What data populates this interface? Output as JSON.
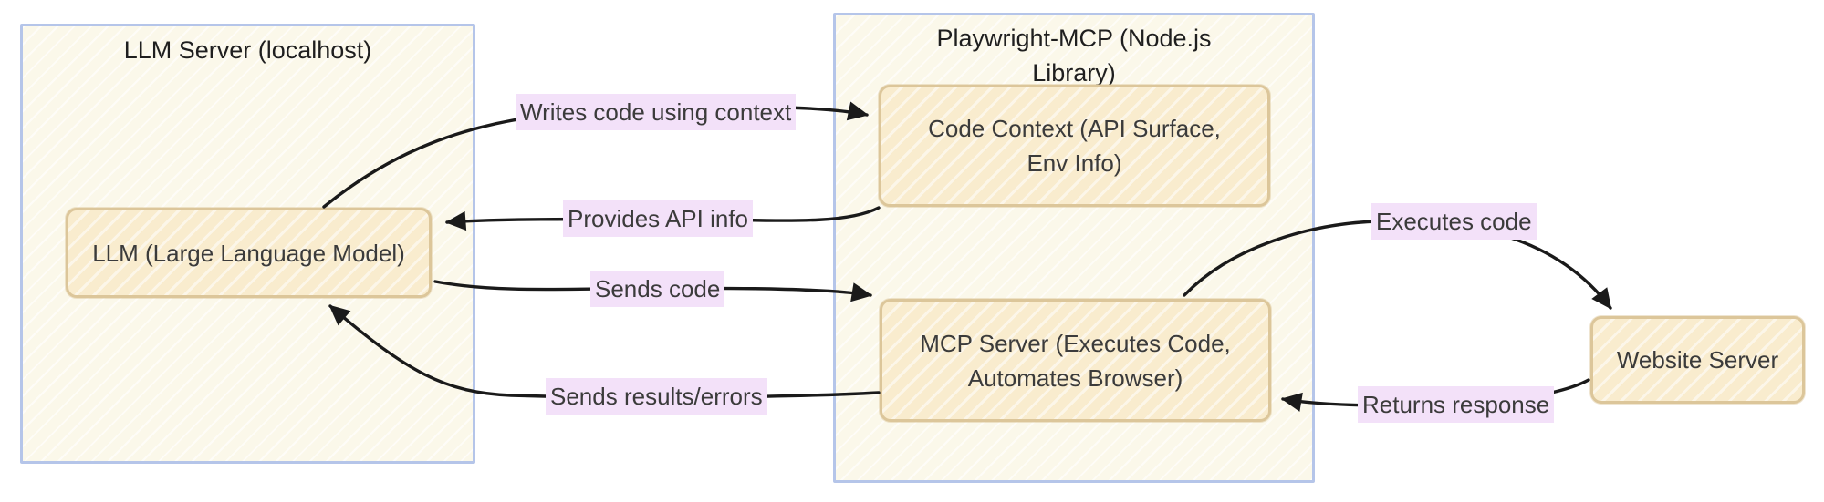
{
  "diagram": {
    "colors": {
      "container_fill": "#fbf8ea",
      "container_border": "#b5c5e9",
      "node_fill": "#f9ecce",
      "node_border": "#dcc69a",
      "edge_label_bg": "#f3e1f9",
      "arrow": "#1a1a1a",
      "title_text": "#1f1f1f",
      "node_text": "#3b3b3b"
    },
    "containers": [
      {
        "id": "llm-server",
        "title": "LLM Server (localhost)",
        "title_lines": [
          "LLM Server (localhost)"
        ]
      },
      {
        "id": "playwright-mcp",
        "title": "Playwright-MCP (Node.js Library)",
        "title_lines": [
          "Playwright-MCP (Node.js",
          "Library)"
        ]
      }
    ],
    "nodes": [
      {
        "id": "llm",
        "label": "LLM (Large Language Model)",
        "lines": [
          "LLM (Large Language Model)"
        ]
      },
      {
        "id": "code-context",
        "label": "Code Context (API Surface, Env Info)",
        "lines": [
          "Code Context (API Surface,",
          "Env Info)"
        ]
      },
      {
        "id": "mcp-server",
        "label": "MCP Server (Executes Code, Automates Browser)",
        "lines": [
          "MCP Server (Executes Code,",
          "Automates Browser)"
        ]
      },
      {
        "id": "website-server",
        "label": "Website Server",
        "lines": [
          "Website Server"
        ]
      }
    ],
    "edges": [
      {
        "id": "writes-code",
        "label": "Writes code using context",
        "from": "llm",
        "to": "code-context"
      },
      {
        "id": "provides-api",
        "label": "Provides API info",
        "from": "code-context",
        "to": "llm"
      },
      {
        "id": "sends-code",
        "label": "Sends code",
        "from": "llm",
        "to": "mcp-server"
      },
      {
        "id": "sends-results",
        "label": "Sends results/errors",
        "from": "mcp-server",
        "to": "llm"
      },
      {
        "id": "executes-code",
        "label": "Executes code",
        "from": "mcp-server",
        "to": "website-server"
      },
      {
        "id": "returns-response",
        "label": "Returns response",
        "from": "website-server",
        "to": "mcp-server"
      }
    ]
  }
}
